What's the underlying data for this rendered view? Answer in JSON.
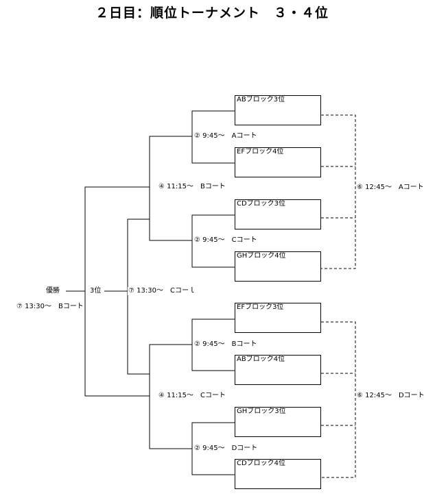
{
  "title": "２日目：順位トーナメント　３・４位",
  "teams": [
    "ABブロック3位",
    "EFブロック4位",
    "CDブロック3位",
    "GHブロック4位",
    "EFブロック3位",
    "ABブロック4位",
    "GHブロック3位",
    "CDブロック4位"
  ],
  "matches": {
    "r1_top_a": "② 9:45～　Aコート",
    "r1_top_c": "② 9:45～　Cコート",
    "r1_bot_b": "② 9:45～　Bコート",
    "r1_bot_d": "② 9:45～　Dコート",
    "r2_top": "④ 11:15～　Bコート",
    "r2_bot": "④ 11:15～　Cコート",
    "third_place": "⑦ 13:30～　Cコーｌ",
    "final": "⑦ 13:30～　Bコート",
    "right_top": "⑥ 12:45～　Aコート",
    "right_bot": "⑥ 12:45～　Dコート"
  },
  "results": {
    "winner": "優勝",
    "third": "3位"
  }
}
